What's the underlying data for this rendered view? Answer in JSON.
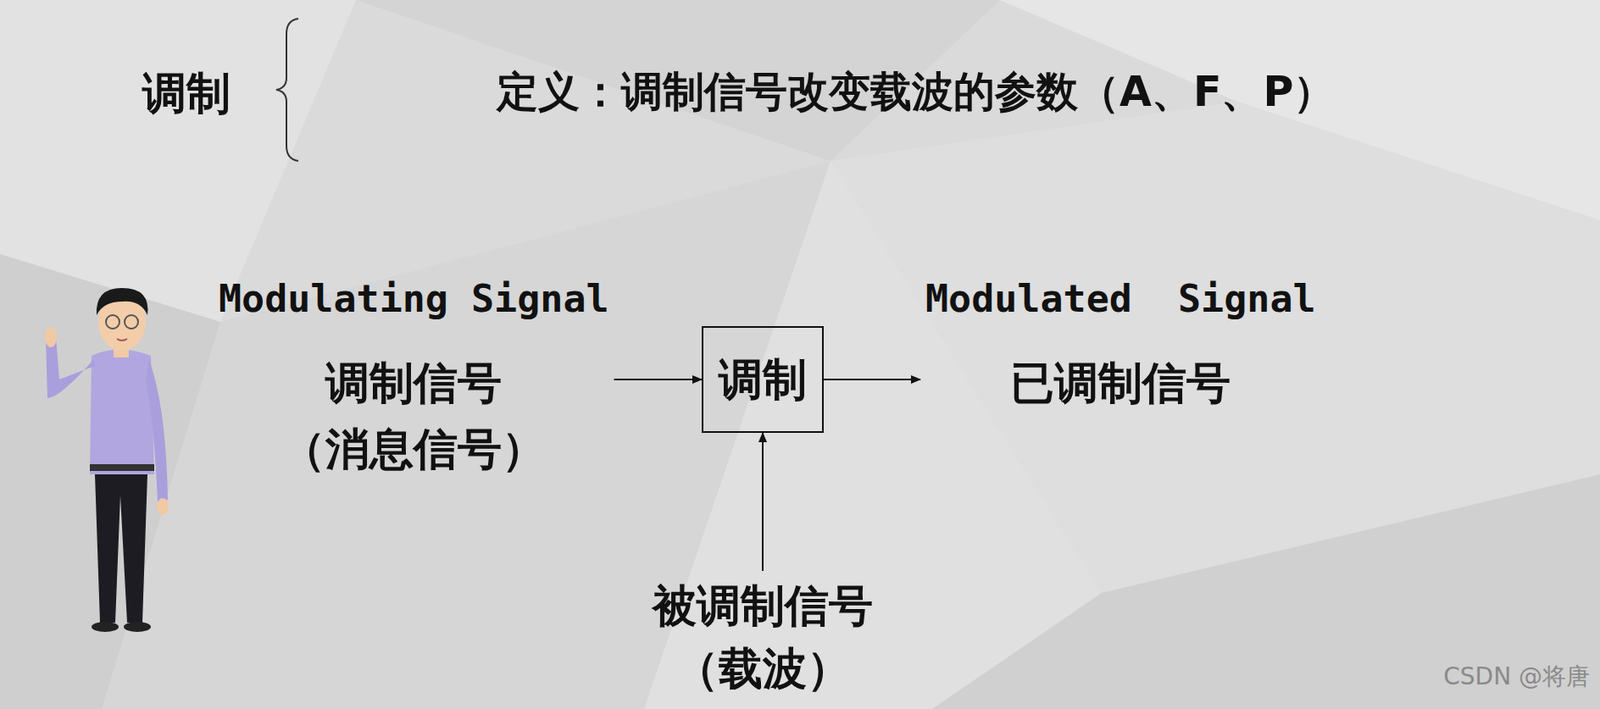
{
  "diagram": {
    "nodes": [
      {
        "text": [
          "Modulating Signal",
          "调制信号",
          "（消息信号）"
        ]
      },
      {
        "text": [
          "调制"
        ]
      },
      {
        "text": [
          "Modulated  Signal",
          "已调制信号"
        ]
      },
      {
        "text": [
          "被调制信号",
          "（载波）"
        ]
      }
    ],
    "edges": [
      {
        "from": 0,
        "to": 1,
        "arrow": "to"
      },
      {
        "from": 1,
        "to": 2,
        "arrow": "to"
      },
      {
        "from": 3,
        "to": 1,
        "arrow": "to"
      }
    ],
    "labels": [
      "调制",
      "定义：调制信号改变载波的参数（A、F、P）",
      "CSDN @将唐"
    ]
  }
}
